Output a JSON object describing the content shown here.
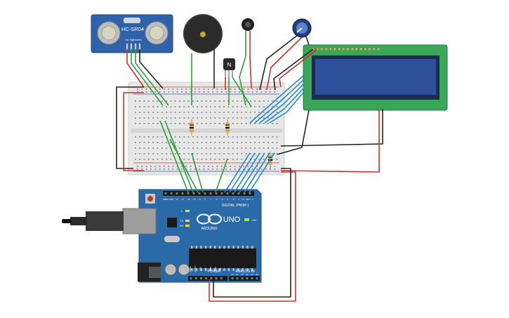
{
  "components": {
    "ultrasonic": {
      "label": "HC-SR04",
      "pins": [
        "Vcc",
        "Trig",
        "Echo",
        "Gnd"
      ]
    },
    "transistor": {
      "label": "N"
    },
    "arduino": {
      "brand": "ARDUINO",
      "model": "UNO",
      "digital_header": "DIGITAL (PWM~)",
      "power_header": "POWER",
      "analog_header": "ANALOG IN",
      "on_label": "ON",
      "tx_label": "TX",
      "rx_label": "RX",
      "l_label": "L",
      "reset_label": "RESET",
      "top_pins": [
        "AREF",
        "GND",
        "13",
        "12",
        "~11",
        "~10",
        "~9",
        "8",
        "7",
        "~6",
        "~5",
        "4",
        "~3",
        "2",
        "TX→1",
        "RX←0"
      ],
      "power_pins": [
        "IOREF",
        "RESET",
        "3.3V",
        "5V",
        "GND",
        "GND",
        "Vin"
      ],
      "analog_pins": [
        "A0",
        "A1",
        "A2",
        "A3",
        "A4",
        "A5"
      ]
    },
    "lcd": {
      "size": "16x2"
    }
  },
  "colors": {
    "wire_red": "#d32f2f",
    "wire_black": "#222222",
    "wire_green": "#2e9e3e",
    "wire_blue": "#1e88d0",
    "arduino_blue": "#2a6aa8",
    "lcd_green": "#3aa65a",
    "lcd_screen": "#2f4f9a",
    "breadboard": "#e6e6e6",
    "sensor_blue": "#2f62a8"
  }
}
